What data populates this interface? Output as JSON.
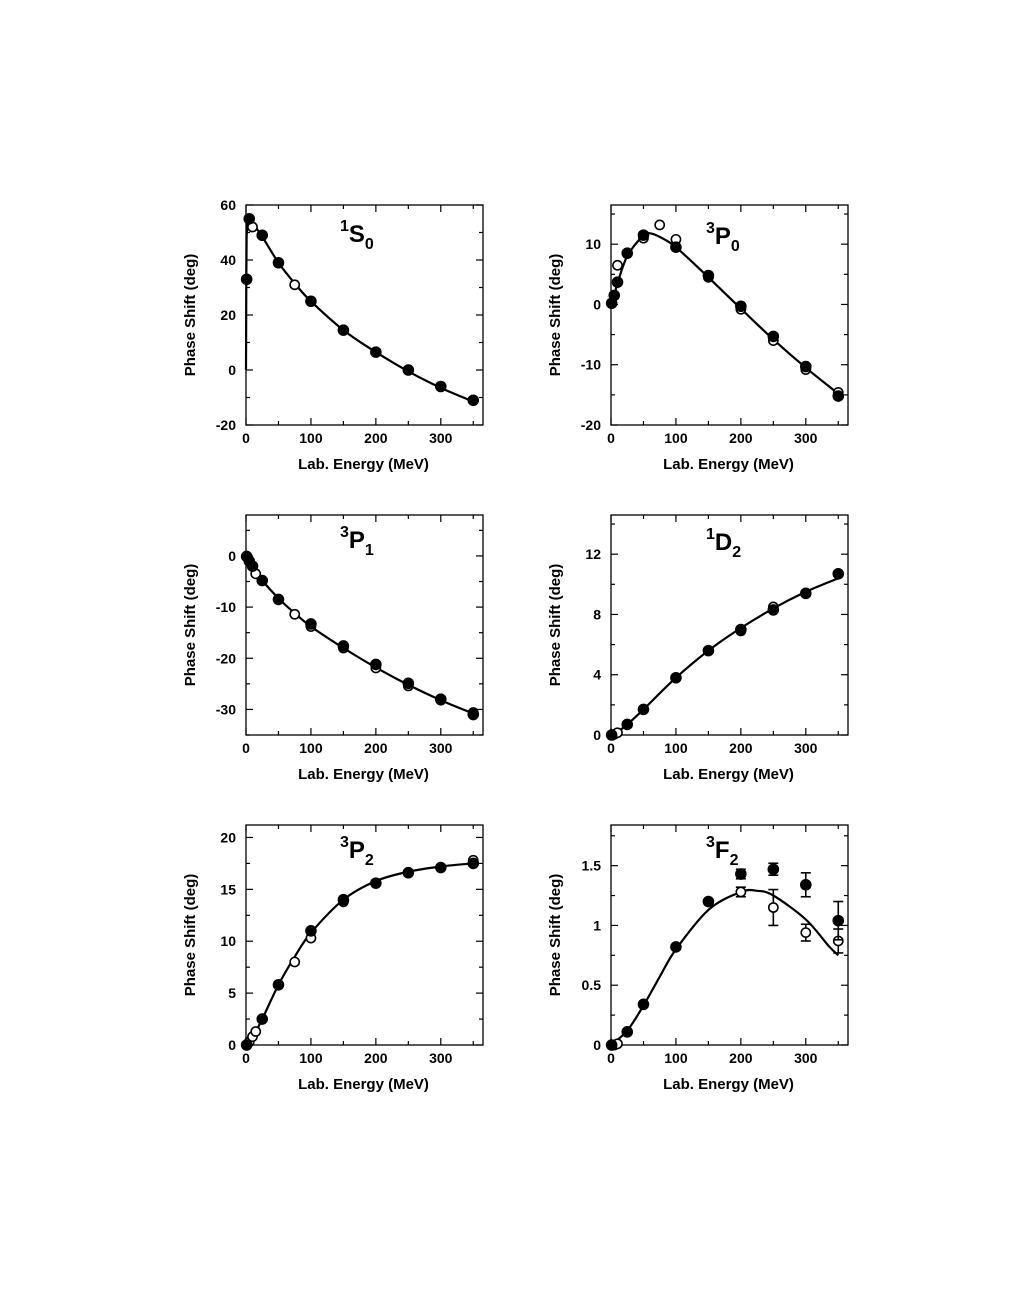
{
  "chart_data": [
    {
      "type": "scatter",
      "title": "1S0",
      "title_sup": "1",
      "title_main": "S",
      "title_sub": "0",
      "xlabel": "Lab. Energy (MeV)",
      "ylabel": "Phase Shift (deg)",
      "xlim": [
        0,
        365
      ],
      "ylim": [
        -20,
        60
      ],
      "xticks": [
        0,
        100,
        200,
        300
      ],
      "yticks": [
        -20,
        0,
        20,
        40,
        60
      ],
      "series": [
        {
          "style": "line",
          "x": [
            0,
            0.5,
            1,
            3,
            5,
            10,
            25,
            50,
            75,
            100,
            150,
            200,
            250,
            300,
            350
          ],
          "y": [
            0,
            32,
            48,
            55,
            55,
            53.5,
            48.5,
            39,
            31.5,
            25,
            14.5,
            6.5,
            -0.5,
            -6.5,
            -11.5
          ]
        },
        {
          "style": "open",
          "x": [
            5,
            10,
            75
          ],
          "y": [
            55,
            52,
            31
          ]
        },
        {
          "style": "filled",
          "x": [
            1,
            5,
            25,
            50,
            100,
            150,
            200,
            250,
            300,
            350
          ],
          "y": [
            33,
            55,
            49,
            39,
            25,
            14.5,
            6.5,
            0,
            -6,
            -11
          ]
        }
      ]
    },
    {
      "type": "scatter",
      "title": "3P0",
      "title_sup": "3",
      "title_main": "P",
      "title_sub": "0",
      "xlabel": "Lab. Energy (MeV)",
      "ylabel": "Phase Shift (deg)",
      "xlim": [
        0,
        365
      ],
      "ylim": [
        -20,
        16.5
      ],
      "xticks": [
        0,
        100,
        200,
        300
      ],
      "yticks": [
        -20,
        -10,
        0,
        10
      ],
      "series": [
        {
          "style": "line",
          "x": [
            0,
            5,
            10,
            25,
            50,
            60,
            75,
            100,
            150,
            200,
            250,
            300,
            350
          ],
          "y": [
            0,
            1.5,
            3.5,
            8,
            11.5,
            11.8,
            11.2,
            9.5,
            4.5,
            -0.7,
            -5.8,
            -10.5,
            -14.8
          ]
        },
        {
          "style": "open",
          "x": [
            10,
            50,
            75,
            100,
            150,
            200,
            250,
            300,
            350
          ],
          "y": [
            6.5,
            11,
            13.2,
            10.8,
            4.5,
            -0.8,
            -6,
            -10.8,
            -14.6
          ]
        },
        {
          "style": "filled",
          "x": [
            1,
            5,
            10,
            25,
            50,
            100,
            150,
            200,
            250,
            300,
            350
          ],
          "y": [
            0.2,
            1.5,
            3.7,
            8.5,
            11.5,
            9.5,
            4.8,
            -0.3,
            -5.3,
            -10.3,
            -15.2
          ]
        }
      ]
    },
    {
      "type": "scatter",
      "title": "3P1",
      "title_sup": "3",
      "title_main": "P",
      "title_sub": "1",
      "xlabel": "Lab. Energy (MeV)",
      "ylabel": "Phase Shift (deg)",
      "xlim": [
        0,
        365
      ],
      "ylim": [
        -35,
        8
      ],
      "xticks": [
        0,
        100,
        200,
        300
      ],
      "yticks": [
        -30,
        -20,
        -10,
        0
      ],
      "series": [
        {
          "style": "line",
          "x": [
            0,
            5,
            10,
            25,
            50,
            75,
            100,
            150,
            200,
            250,
            300,
            350
          ],
          "y": [
            0,
            -1,
            -2.2,
            -4.8,
            -8.3,
            -11.2,
            -13.8,
            -18,
            -21.8,
            -25.2,
            -28.2,
            -30.8
          ]
        },
        {
          "style": "open",
          "x": [
            5,
            10,
            15,
            75,
            100,
            150,
            200,
            250,
            300,
            350
          ],
          "y": [
            -1,
            -2,
            -3.5,
            -11.4,
            -13.8,
            -18,
            -21.9,
            -25.4,
            -28.2,
            -30.6
          ]
        },
        {
          "style": "filled",
          "x": [
            1,
            5,
            10,
            25,
            50,
            100,
            150,
            200,
            250,
            300,
            350
          ],
          "y": [
            -0.1,
            -1,
            -2,
            -4.8,
            -8.5,
            -13.3,
            -17.6,
            -21.2,
            -24.9,
            -28,
            -31
          ]
        }
      ]
    },
    {
      "type": "scatter",
      "title": "1D2",
      "title_sup": "1",
      "title_main": "D",
      "title_sub": "2",
      "xlabel": "Lab. Energy (MeV)",
      "ylabel": "Phase Shift (deg)",
      "xlim": [
        0,
        365
      ],
      "ylim": [
        0,
        14.6
      ],
      "xticks": [
        0,
        100,
        200,
        300
      ],
      "yticks": [
        0,
        4,
        8,
        12
      ],
      "series": [
        {
          "style": "line",
          "x": [
            0,
            5,
            10,
            25,
            50,
            100,
            150,
            200,
            250,
            300,
            350
          ],
          "y": [
            0,
            0.05,
            0.2,
            0.7,
            1.7,
            3.8,
            5.6,
            7.1,
            8.4,
            9.5,
            10.4
          ]
        },
        {
          "style": "open",
          "x": [
            5,
            10,
            200,
            250
          ],
          "y": [
            0.05,
            0.15,
            6.9,
            8.5
          ]
        },
        {
          "style": "filled",
          "x": [
            1,
            25,
            50,
            100,
            150,
            200,
            250,
            300,
            350
          ],
          "y": [
            0,
            0.7,
            1.7,
            3.8,
            5.6,
            7,
            8.3,
            9.4,
            10.7
          ]
        }
      ]
    },
    {
      "type": "scatter",
      "title": "3P2",
      "title_sup": "3",
      "title_main": "P",
      "title_sub": "2",
      "xlabel": "Lab. Energy (MeV)",
      "ylabel": "Phase Shift (deg)",
      "xlim": [
        0,
        365
      ],
      "ylim": [
        0,
        21.2
      ],
      "xticks": [
        0,
        100,
        200,
        300
      ],
      "yticks": [
        0,
        5,
        10,
        15,
        20
      ],
      "series": [
        {
          "style": "line",
          "x": [
            0,
            5,
            10,
            25,
            50,
            75,
            100,
            150,
            200,
            250,
            300,
            350
          ],
          "y": [
            0,
            0.3,
            0.7,
            2.5,
            5.8,
            8.5,
            10.8,
            14,
            15.8,
            16.7,
            17.2,
            17.5
          ]
        },
        {
          "style": "open",
          "x": [
            5,
            10,
            15,
            75,
            100,
            150,
            350
          ],
          "y": [
            0.3,
            0.8,
            1.3,
            8,
            10.3,
            13.8,
            17.8
          ]
        },
        {
          "style": "filled",
          "x": [
            1,
            25,
            50,
            100,
            150,
            200,
            250,
            300,
            350
          ],
          "y": [
            0,
            2.5,
            5.8,
            11,
            14,
            15.6,
            16.6,
            17.1,
            17.5
          ]
        }
      ]
    },
    {
      "type": "scatter",
      "title": "3F2",
      "title_sup": "3",
      "title_main": "F",
      "title_sub": "2",
      "xlabel": "Lab. Energy (MeV)",
      "ylabel": "Phase Shift (deg)",
      "xlim": [
        0,
        365
      ],
      "ylim": [
        0,
        1.84
      ],
      "xticks": [
        0,
        100,
        200,
        300
      ],
      "yticks": [
        0,
        0.5,
        1,
        1.5
      ],
      "yticklabels": [
        "0",
        "0.5",
        "1",
        "1.5"
      ],
      "series": [
        {
          "style": "line",
          "x": [
            0,
            25,
            50,
            75,
            100,
            150,
            200,
            225,
            250,
            300,
            335,
            350
          ],
          "y": [
            0,
            0.12,
            0.33,
            0.57,
            0.8,
            1.13,
            1.28,
            1.29,
            1.25,
            1.05,
            0.83,
            0.75
          ]
        },
        {
          "style": "open",
          "x": [
            5,
            10,
            200,
            250,
            300,
            350
          ],
          "y": [
            0,
            0.01,
            1.28,
            1.15,
            0.94,
            0.87
          ],
          "err": [
            0,
            0,
            0.04,
            0.15,
            0.07,
            0.1
          ]
        },
        {
          "style": "filled",
          "x": [
            1,
            25,
            50,
            100,
            150,
            200,
            250,
            300,
            350
          ],
          "y": [
            0,
            0.11,
            0.34,
            0.82,
            1.2,
            1.43,
            1.47,
            1.34,
            1.04
          ],
          "err": [
            0,
            0,
            0,
            0,
            0,
            0.04,
            0.05,
            0.1,
            0.16
          ]
        }
      ]
    }
  ]
}
